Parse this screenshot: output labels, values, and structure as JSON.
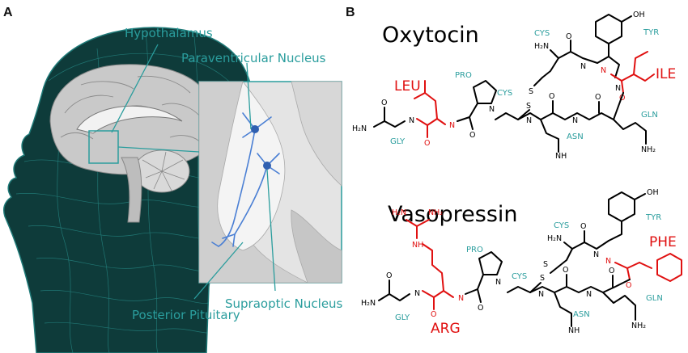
{
  "panel_a": {
    "label": "A",
    "callouts": {
      "hypothalamus": "Hypothalamus",
      "paraventricular": "Paraventricular Nucleus",
      "supraoptic": "Supraoptic Nucleus",
      "posterior_pituitary": "Posterior Pituitary"
    }
  },
  "panel_b": {
    "label": "B",
    "oxytocin": {
      "title": "Oxytocin",
      "residues": {
        "cys1": "CYS",
        "tyr": "TYR",
        "ile": "ILE",
        "cys2": "CYS",
        "pro": "PRO",
        "leu": "LEU",
        "gln": "GLN",
        "asn": "ASN",
        "gly": "GLY"
      },
      "atoms": {
        "oh": "OH",
        "h2n": "H₂N",
        "nh2": "NH₂",
        "s1": "S",
        "s2": "S",
        "h2n_gly": "H₂N",
        "nh": "NH"
      }
    },
    "vasopressin": {
      "title": "Vasopressin",
      "residues": {
        "cys1": "CYS",
        "tyr": "TYR",
        "phe": "PHE",
        "cys2": "CYS",
        "pro": "PRO",
        "arg": "ARG",
        "gln": "GLN",
        "asn": "ASN",
        "gly": "GLY"
      },
      "atoms": {
        "oh": "OH",
        "h2n": "H₂N",
        "nh2": "NH₂",
        "s1": "S",
        "s2": "S",
        "h2n_gly": "H₂N",
        "nh": "NH",
        "guan_h2n": "H₂N",
        "guan_nh2": "NH₂",
        "guan_nh": "NH"
      }
    }
  },
  "colors": {
    "teal": "#2a9d9d",
    "red": "#e01010",
    "black": "#000000"
  }
}
